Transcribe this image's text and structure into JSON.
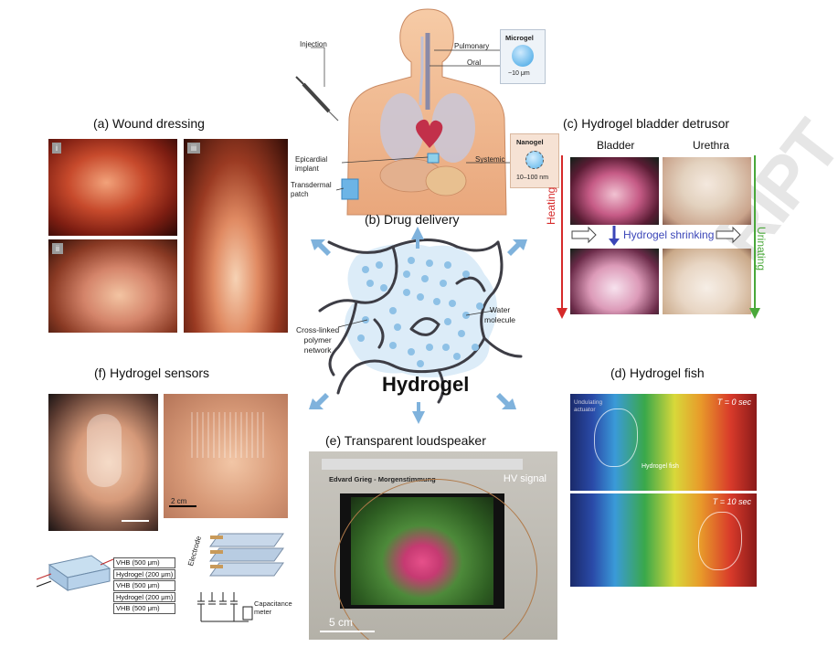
{
  "panels": {
    "wound": {
      "title": "(a)  Wound dressing",
      "tags": [
        "i",
        "ii",
        "iii"
      ]
    },
    "drug": {
      "title": "(b)  Drug delivery",
      "labels": {
        "injection": "Injection",
        "pulmonary": "Pulmonary",
        "oral": "Oral",
        "systemic": "Systemic",
        "epicardial": "Epicardial\nimplant",
        "transdermal": "Transdermal\npatch"
      },
      "microgel": {
        "name": "Microgel",
        "size": "~10 μm"
      },
      "nanogel": {
        "name": "Nanogel",
        "size": "10–100 nm"
      }
    },
    "bladder": {
      "title": "(c)  Hydrogel bladder detrusor",
      "col_left": "Bladder",
      "col_right": "Urethra",
      "heating": "Heating",
      "urinating": "Urinating",
      "shrinking": "Hydrogel shrinking"
    },
    "fish": {
      "title": "(d)  Hydrogel fish",
      "t0": "T = 0 sec",
      "t10": "T = 10 sec",
      "fish_label": "Hydrogel fish",
      "actuator_label": "Undulating actuator"
    },
    "speaker": {
      "title": "(e)  Transparent loudspeaker",
      "hv": "HV signal",
      "scale": "5 cm",
      "screen_title": "Edvard Grieg - Morgenstimmung"
    },
    "sensors": {
      "title": "(f)  Hydrogel sensors",
      "scale": "2 cm",
      "layers": [
        "VHB (500 μm)",
        "Hydrogel (200 μm)",
        "VHB (500 μm)",
        "Hydrogel (200 μm)",
        "VHB (500 μm)"
      ],
      "electrode": "Electrode",
      "capacitance": "Capacitance\nmeter"
    }
  },
  "center": {
    "label": "Hydrogel",
    "network": "Cross-linked\npolymer\nnetwork",
    "water": "Water\nmolecule"
  },
  "watermark": "RIPT",
  "colors": {
    "arrow": "#7fb2dc",
    "heating": "#d62a2a",
    "urinating": "#4aa83a",
    "shrink": "#3b46b8",
    "network_fill": "#dcecf8",
    "dot": "#8ec1e6"
  }
}
